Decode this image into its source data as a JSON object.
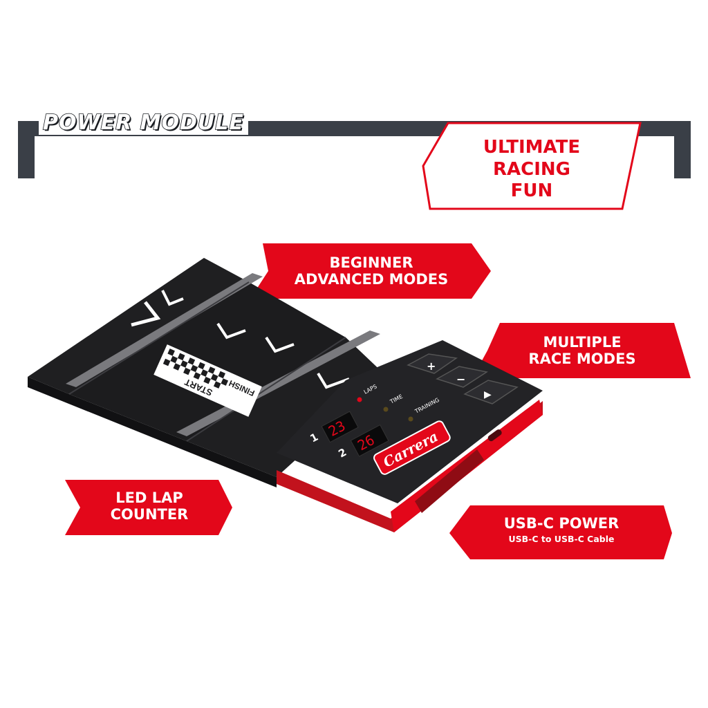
{
  "header": {
    "title": "POWER MODULE"
  },
  "callouts": {
    "ultimate": {
      "lines": [
        "ULTIMATE",
        "RACING",
        "FUN"
      ]
    },
    "beginner": {
      "lines": [
        "BEGINNER",
        "ADVANCED MODES"
      ]
    },
    "multiple": {
      "lines": [
        "MULTIPLE",
        "RACE MODES"
      ]
    },
    "led": {
      "lines": [
        "LED LAP",
        "COUNTER"
      ]
    },
    "usb": {
      "title": "USB-C POWER",
      "subtitle": "USB-C to USB-C Cable"
    }
  },
  "device": {
    "track_text": [
      "START",
      "FINISH"
    ],
    "lane_1": "1",
    "lane_2": "2",
    "display_1": "23",
    "display_2": "26",
    "mode_labels": [
      "LAPS",
      "TIME",
      "TRAINING"
    ],
    "buttons": [
      "+",
      "−",
      "▶"
    ],
    "brand": "Carrera",
    "accent": "#e3071a",
    "body_color": "#1c1c1e"
  }
}
